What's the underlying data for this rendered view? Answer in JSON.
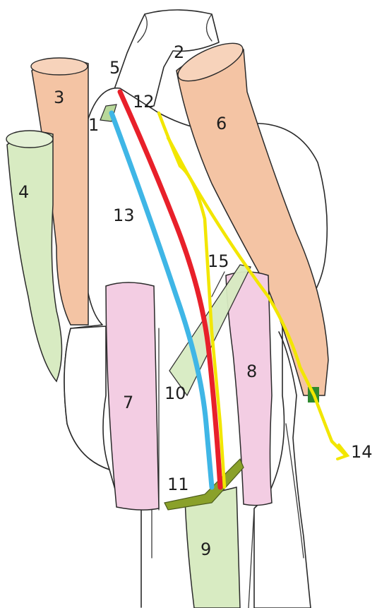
{
  "labels": {
    "l1": "1",
    "l2": "2",
    "l3": "3",
    "l4": "4",
    "l5": "5",
    "l6": "6",
    "l7": "7",
    "l8": "8",
    "l9": "9",
    "l10": "10",
    "l11": "11",
    "l12": "12",
    "l13": "13",
    "l14": "14",
    "l15": "15"
  },
  "colors": {
    "orange_muscle": "#f4c4a4",
    "green_muscle": "#d8ebc2",
    "pink_muscle": "#f3cde3",
    "red_vessel": "#e8202a",
    "blue_vessel": "#3fb6e6",
    "yellow_nerve": "#f2e600",
    "olive_band": "#8aa12a",
    "dark_green_mark": "#2f8a2f"
  }
}
